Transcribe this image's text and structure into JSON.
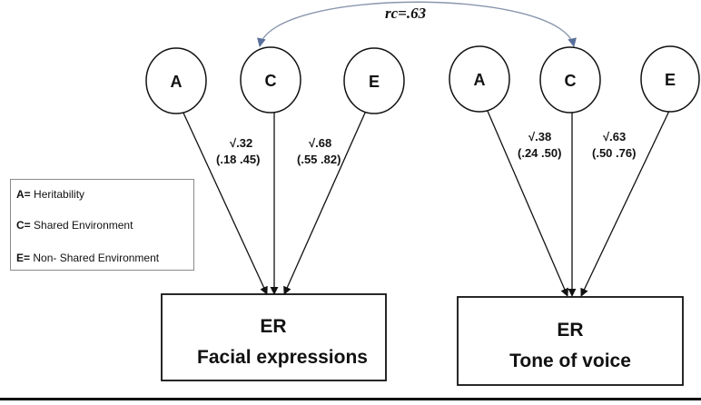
{
  "correlation": {
    "label_rc": "rc",
    "label_value": "=.63"
  },
  "models": [
    {
      "id": "facial",
      "latents": [
        {
          "label": "A"
        },
        {
          "label": "C"
        },
        {
          "label": "E"
        }
      ],
      "paths": {
        "c": {
          "estimate": "√.32",
          "ci": "(.18 .45)"
        },
        "e": {
          "estimate": "√.68",
          "ci": "(.55 .82)"
        }
      },
      "outcome": {
        "line1": "ER",
        "line2": "Facial expressions"
      }
    },
    {
      "id": "voice",
      "latents": [
        {
          "label": "A"
        },
        {
          "label": "C"
        },
        {
          "label": "E"
        }
      ],
      "paths": {
        "c": {
          "estimate": "√.38",
          "ci": "(.24 .50)"
        },
        "e": {
          "estimate": "√.63",
          "ci": "(.50 .76)"
        }
      },
      "outcome": {
        "line1": "ER",
        "line2": "Tone of voice"
      }
    }
  ],
  "legend": [
    {
      "key": "A=",
      "text": " Heritability"
    },
    {
      "key": "C=",
      "text": " Shared Environment"
    },
    {
      "key": "E=",
      "text": " Non- Shared Environment"
    }
  ]
}
